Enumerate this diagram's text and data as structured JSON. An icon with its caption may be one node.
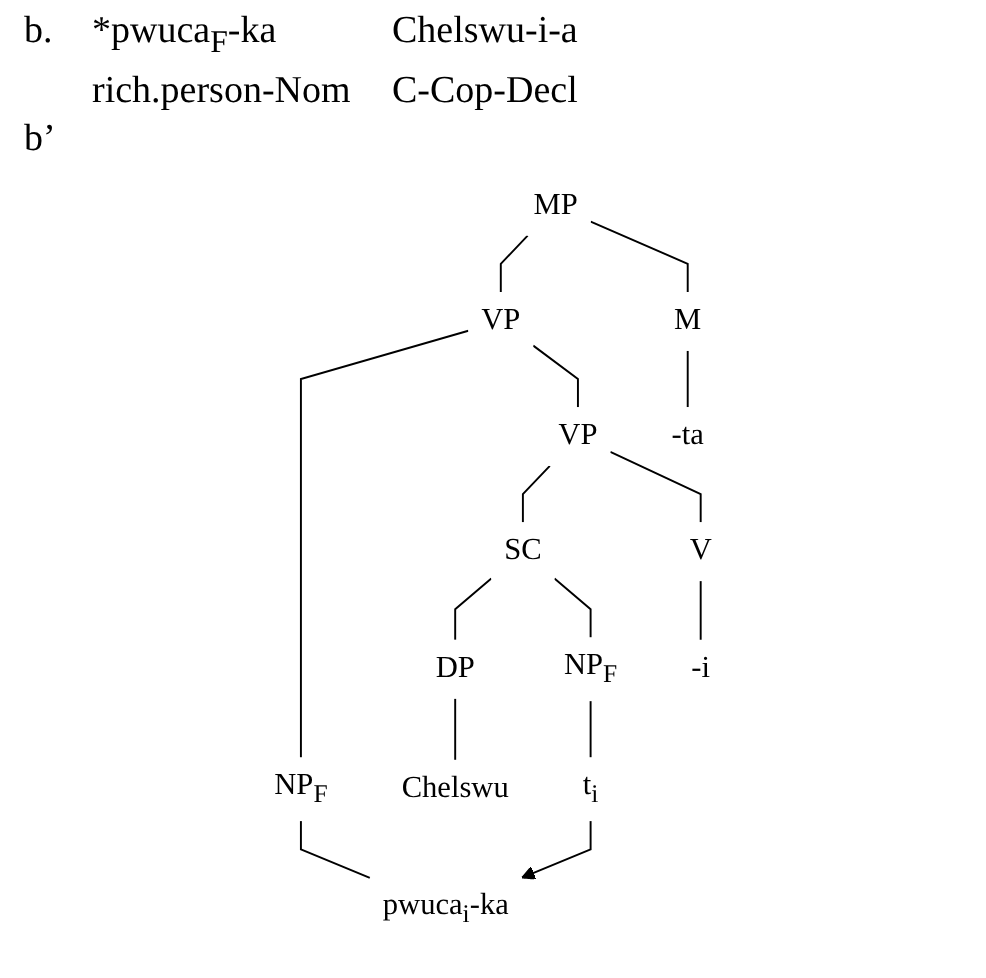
{
  "diagram": {
    "nodes": [
      {
        "text": [
          "MP"
        ]
      },
      {
        "text": [
          "VP"
        ]
      },
      {
        "text": [
          "M"
        ]
      },
      {
        "text": [
          "NP$_{F}$"
        ]
      },
      {
        "text": [
          "VP"
        ]
      },
      {
        "text": [
          "-ta"
        ]
      },
      {
        "text": [
          "pwuca$_{i}$-ka"
        ]
      },
      {
        "text": [
          "SC"
        ]
      },
      {
        "text": [
          "V"
        ]
      },
      {
        "text": [
          "DP"
        ]
      },
      {
        "text": [
          "NP$_{F}$"
        ]
      },
      {
        "text": [
          "-i"
        ]
      },
      {
        "text": [
          "Chelswu"
        ]
      },
      {
        "text": [
          "t$_{i}$"
        ]
      }
    ],
    "edges": [
      {
        "from": 0,
        "to": 1,
        "arrow": "none"
      },
      {
        "from": 0,
        "to": 2,
        "arrow": "none"
      },
      {
        "from": 1,
        "to": 3,
        "arrow": "none"
      },
      {
        "from": 1,
        "to": 4,
        "arrow": "none"
      },
      {
        "from": 2,
        "to": 5,
        "arrow": "none"
      },
      {
        "from": 3,
        "to": 6,
        "arrow": "none"
      },
      {
        "from": 4,
        "to": 7,
        "arrow": "none"
      },
      {
        "from": 4,
        "to": 8,
        "arrow": "none"
      },
      {
        "from": 7,
        "to": 9,
        "arrow": "none"
      },
      {
        "from": 7,
        "to": 10,
        "arrow": "none"
      },
      {
        "from": 8,
        "to": 11,
        "arrow": "none"
      },
      {
        "from": 9,
        "to": 12,
        "arrow": "none"
      },
      {
        "from": 10,
        "to": 13,
        "arrow": "none"
      },
      {
        "from": 13,
        "to": 6,
        "arrow": "to"
      }
    ],
    "labels": [
      "b.",
      "*pwuca$_{F}$-ka",
      "Chelswu-i-a",
      "rich.person-Nom",
      "C-Cop-Decl",
      "b’"
    ]
  }
}
